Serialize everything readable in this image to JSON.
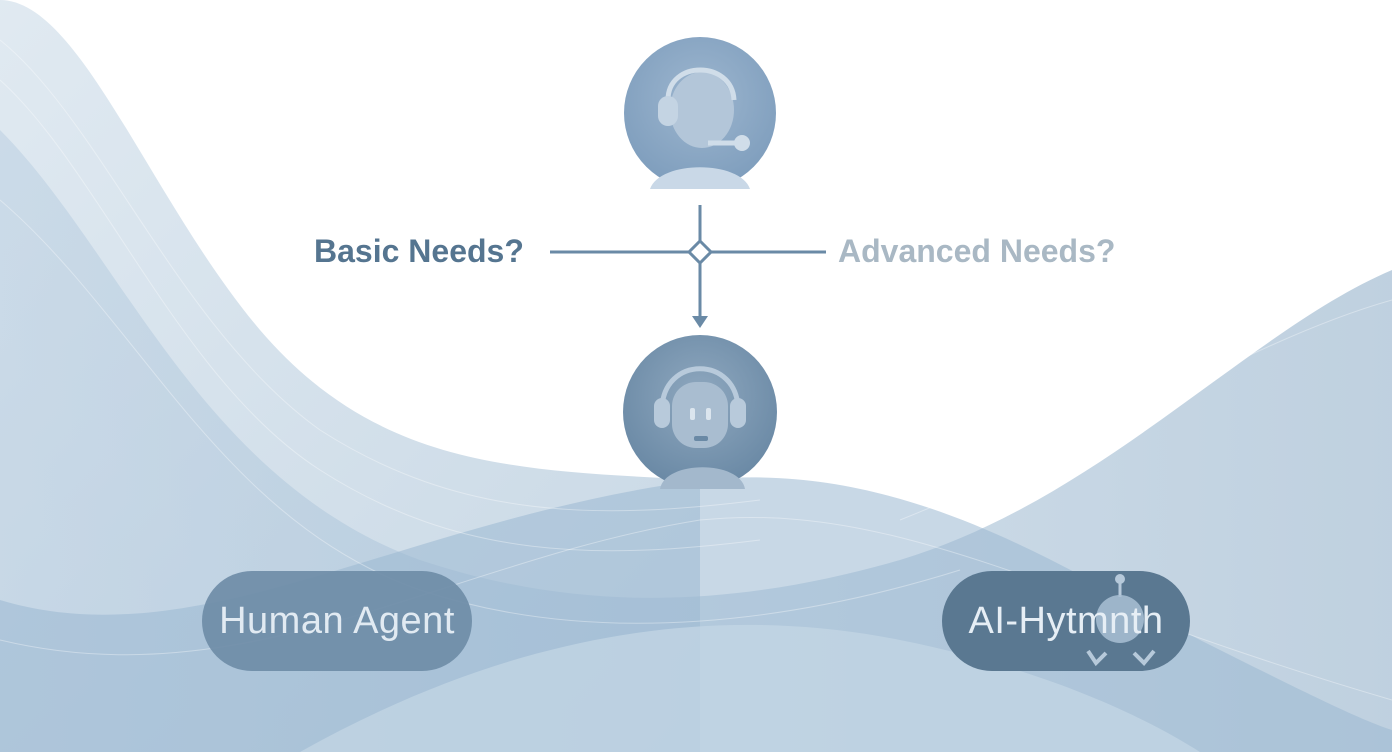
{
  "diagram": {
    "top_node": {
      "icon": "human-headset-agent-icon"
    },
    "decision": {
      "left_label": "Basic Needs?",
      "right_label": "Advanced Needs?"
    },
    "middle_node": {
      "icon": "robot-headset-agent-icon"
    },
    "outcomes": [
      {
        "label": "Human Agent"
      },
      {
        "label": "AI-Hytmnth",
        "icon": "robot-icon"
      }
    ]
  },
  "colors": {
    "accent": "#5f7f9b",
    "left_label": "#557590",
    "right_label": "#a9b8c4",
    "wave": "#8fb0cb"
  }
}
